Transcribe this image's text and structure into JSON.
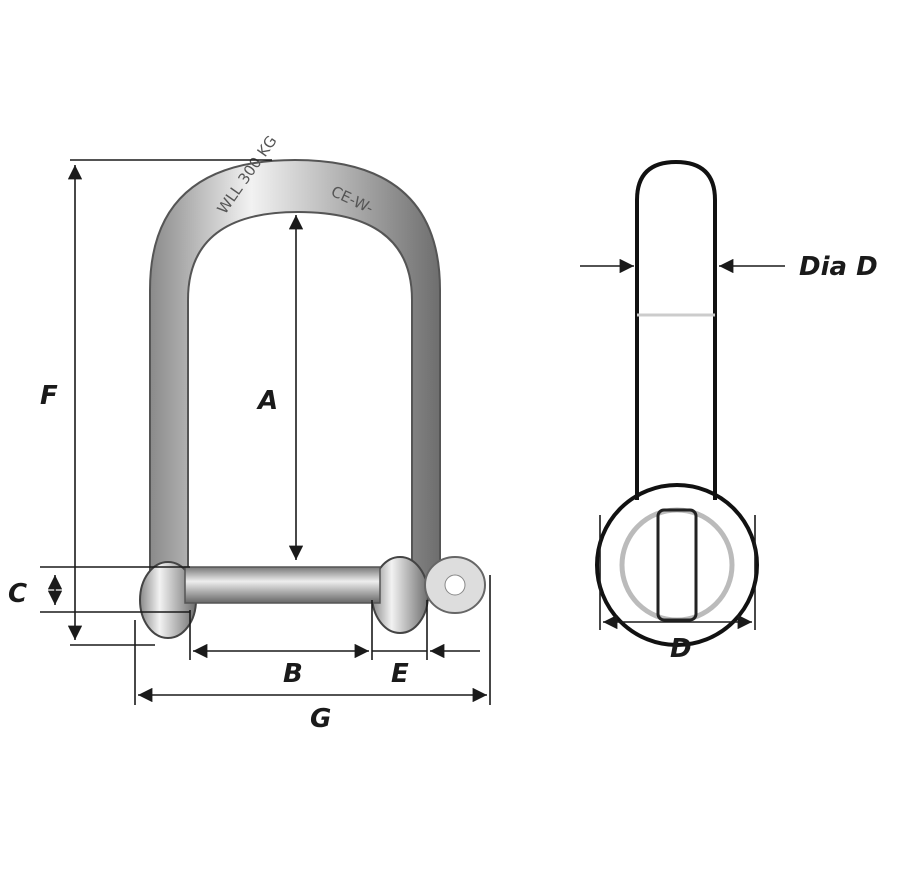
{
  "labels": {
    "A": "A",
    "B": "B",
    "C": "C",
    "D": "D",
    "E": "E",
    "F": "F",
    "G": "G",
    "dia_d": "Dia D"
  },
  "engraving": {
    "load": "WLL 300 KG",
    "mark": "CE-W-"
  },
  "colors": {
    "line": "#1a1a1a",
    "metal": "#c8c8c8"
  }
}
